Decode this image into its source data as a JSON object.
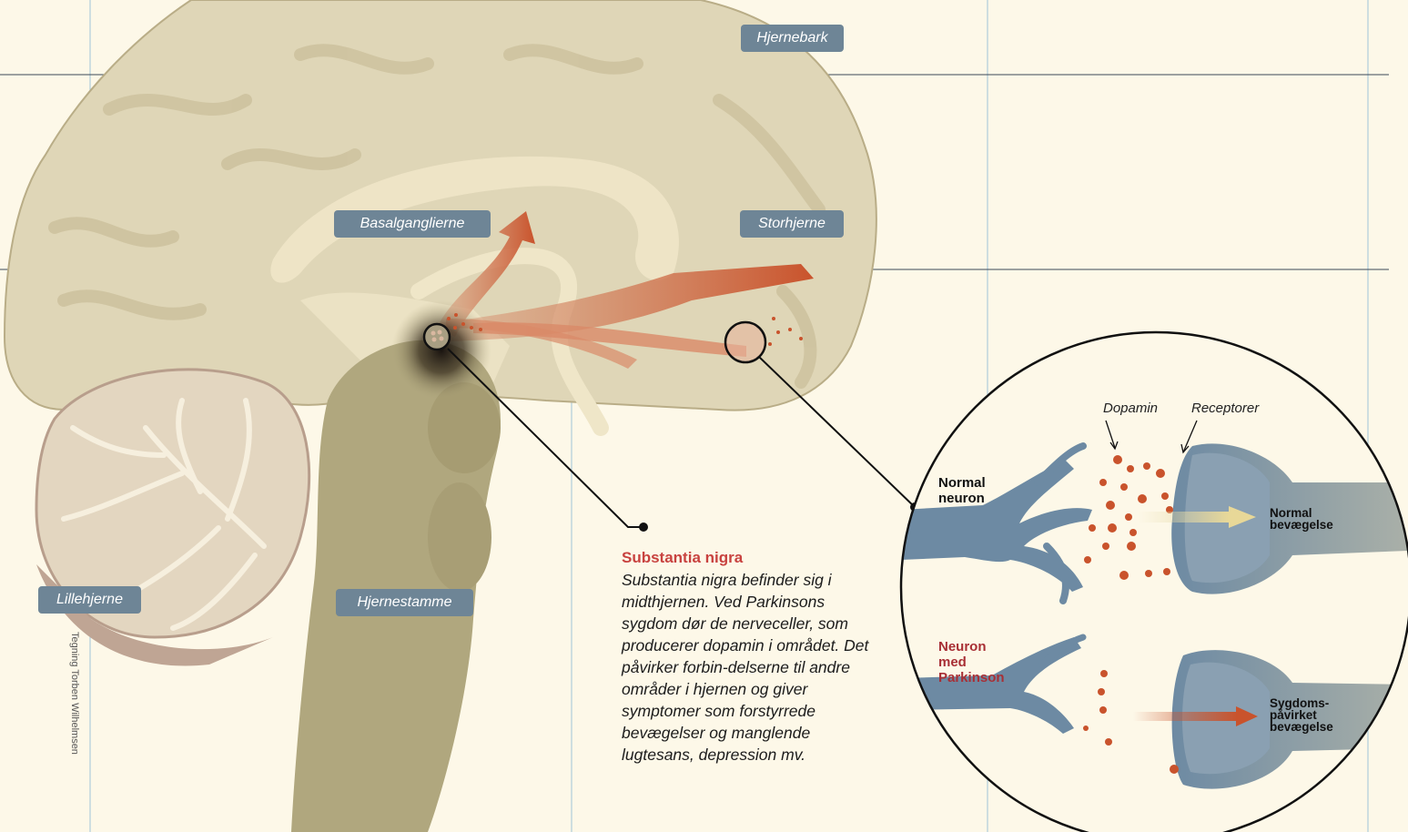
{
  "labels": {
    "hjernebark": "Hjernebark",
    "basalganglierne": "Basalganglierne",
    "storhjerne": "Storhjerne",
    "lillehjerne": "Lillehjerne",
    "hjernestamme": "Hjernestamme"
  },
  "substantia": {
    "title": "Substantia nigra",
    "description": "Substantia nigra befinder sig i midthjernen. Ved Parkinsons sygdom dør de nerveceller, som producerer dopamin i området. Det påvirker forbin-delserne til andre områder i hjernen og giver symptomer som forstyrrede bevægelser og manglende lugtesans, depression mv."
  },
  "inset": {
    "dopamin": "Dopamin",
    "receptorer": "Receptorer",
    "normal_neuron": [
      "Normal",
      "neuron"
    ],
    "normal_movement": [
      "Normal",
      "bevægelse"
    ],
    "parkinson_neuron": [
      "Neuron",
      "med",
      "Parkinson"
    ],
    "disease_movement": [
      "Sygdoms-",
      "påvirket",
      "bevægelse"
    ]
  },
  "credit": "Tegning Torben Wilhelmsen",
  "colors": {
    "background": "#fdf8e8",
    "brain": "#dfd6b7",
    "brainstem": "#b0a77e",
    "label_box": "#6e8596",
    "pathway": "#c9532c",
    "neuron": "#6d8aa3",
    "title_red": "#c8423f"
  }
}
